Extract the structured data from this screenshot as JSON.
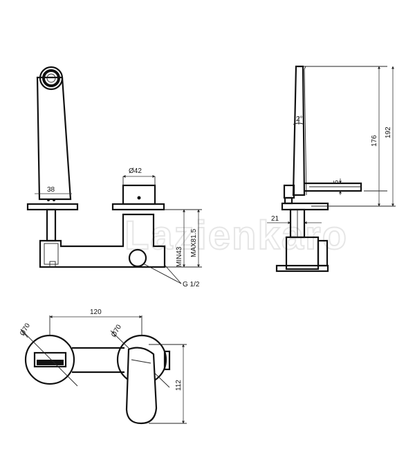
{
  "watermark": "Lazienkaro",
  "labels": {
    "spout_width": "38",
    "handle_diameter": "Ø42",
    "min_depth": "MIN43",
    "max_depth": "MAX81.5",
    "thread": "G 1/2",
    "tilt_angle": "2°",
    "height_176": "176",
    "height_192": "192",
    "spout_gap": "5",
    "plate_thickness": "21",
    "center_distance": "120",
    "rosette_left": "Ø70",
    "rosette_right": "Ø70",
    "handle_height": "112"
  }
}
